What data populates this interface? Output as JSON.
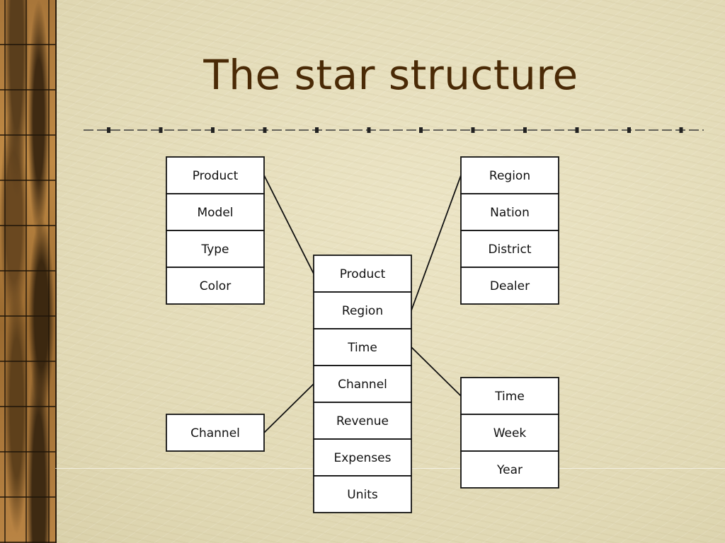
{
  "slide": {
    "title": "The star structure"
  },
  "tables": {
    "product_dim": [
      "Product",
      "Model",
      "Type",
      "Color"
    ],
    "channel_dim": [
      "Channel"
    ],
    "fact": [
      "Product",
      "Region",
      "Time",
      "Channel",
      "Revenue",
      "Expenses",
      "Units"
    ],
    "region_dim": [
      "Region",
      "Nation",
      "District",
      "Dealer"
    ],
    "time_dim": [
      "Time",
      "Week",
      "Year"
    ]
  },
  "colors": {
    "title": "#4a2a06",
    "box_fill": "#ffffff",
    "box_stroke": "#111111",
    "divider": "#3a3a3a"
  }
}
